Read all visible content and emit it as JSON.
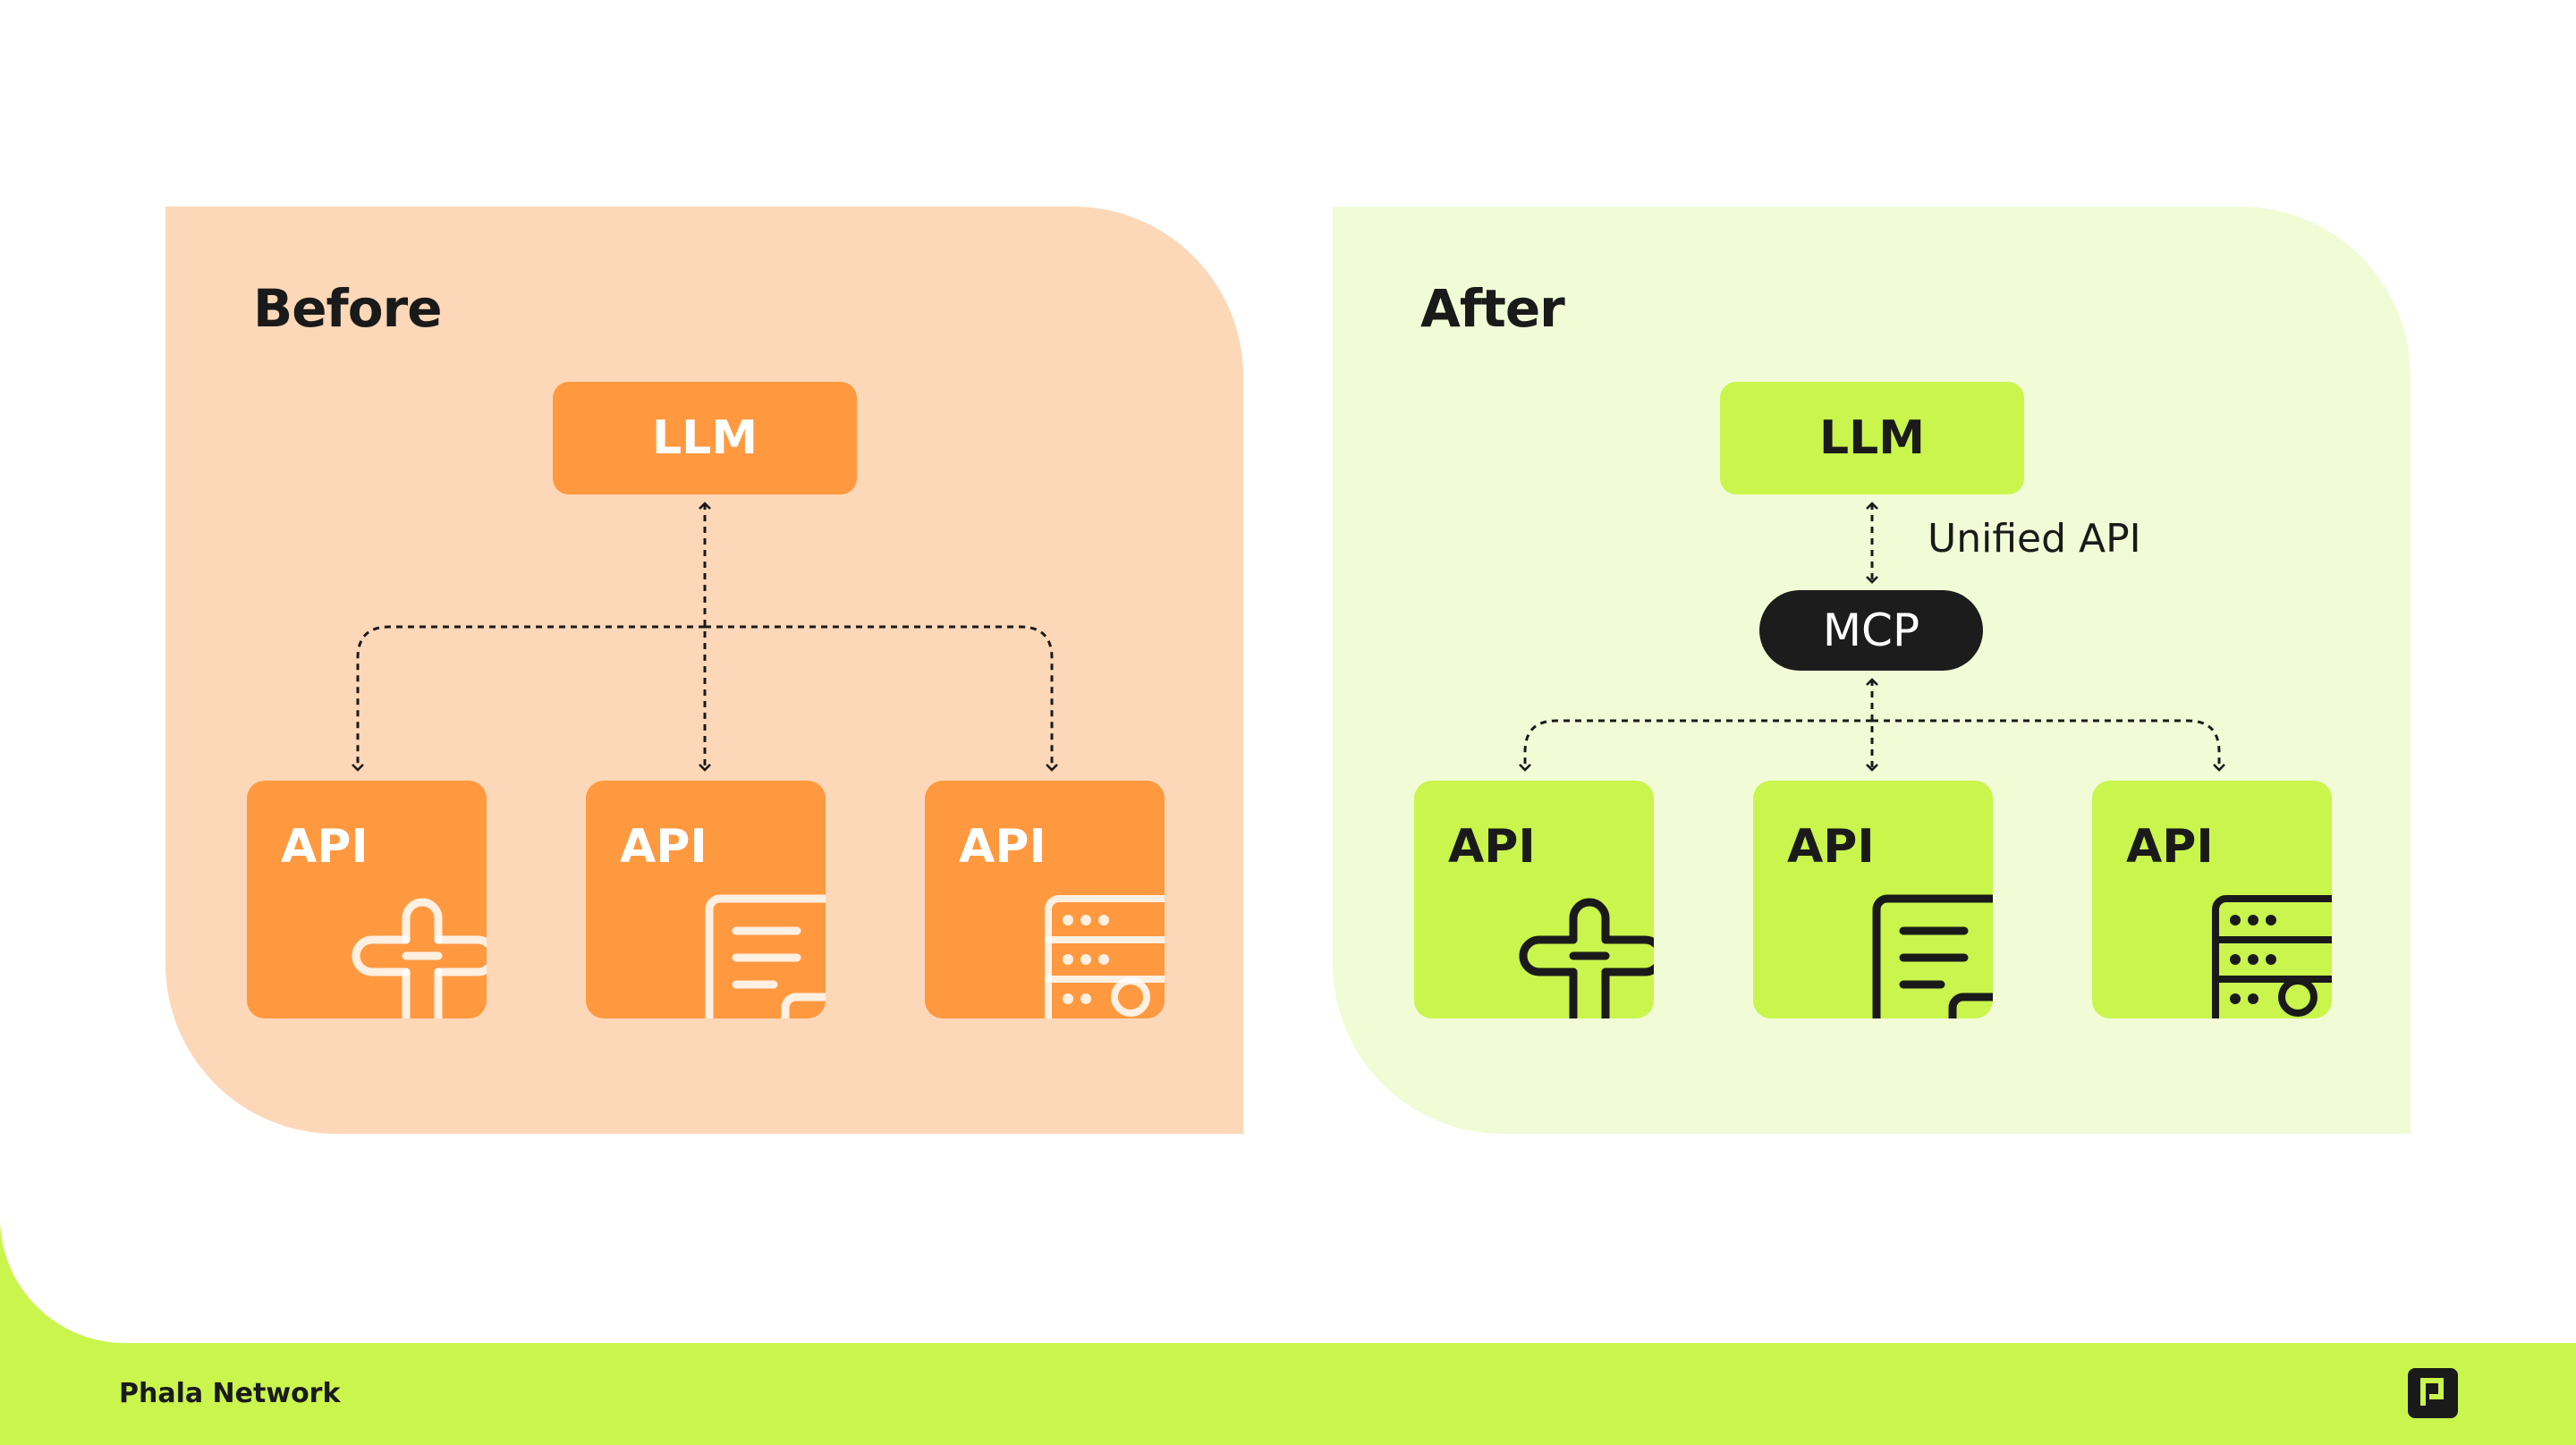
{
  "panels": {
    "before": {
      "title": "Before",
      "llm_label": "LLM",
      "api_labels": [
        "API",
        "API",
        "API"
      ],
      "colors": {
        "panel": "#fdd8b8",
        "box": "#ff9940",
        "text": "#ffffff"
      }
    },
    "after": {
      "title": "After",
      "llm_label": "LLM",
      "connector_label": "Unified API",
      "hub_label": "MCP",
      "api_labels": [
        "API",
        "API",
        "API"
      ],
      "colors": {
        "panel": "#f1fcd7",
        "box": "#c9f54d",
        "text": "#1a1a1a"
      }
    }
  },
  "api_icons": [
    "tools-icon",
    "document-icon",
    "server-settings-icon"
  ],
  "footer": {
    "brand": "Phala Network",
    "logo_icon": "phala-logo-icon"
  },
  "colors": {
    "footer": "#c9f54d",
    "hub": "#1c1c1c"
  }
}
